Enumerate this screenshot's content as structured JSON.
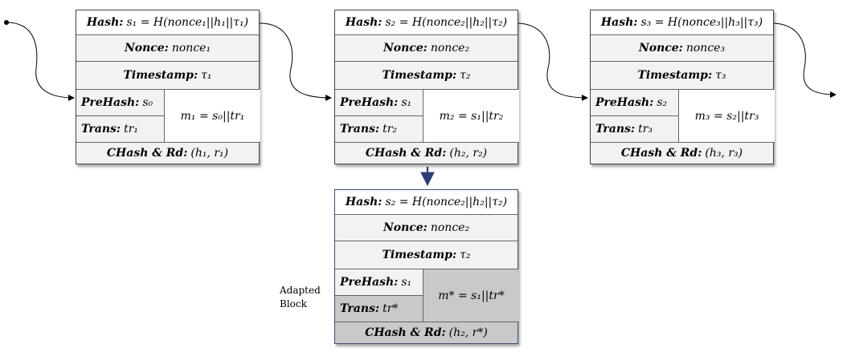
{
  "blocks": [
    {
      "hash_label": "Hash:",
      "hash_value": "s₁ = H(nonce₁||h₁||τ₁)",
      "nonce_label": "Nonce:",
      "nonce_value": "nonce₁",
      "timestamp_label": "Timestamp:",
      "timestamp_value": "τ₁",
      "prehash_label": "PreHash:",
      "prehash_value": "s₀",
      "trans_label": "Trans:",
      "trans_value": "tr₁",
      "message": "m₁ = s₀||tr₁",
      "chash_label": "CHash & Rd:",
      "chash_value": "(h₁, r₁)"
    },
    {
      "hash_label": "Hash:",
      "hash_value": "s₂ = H(nonce₂||h₂||τ₂)",
      "nonce_label": "Nonce:",
      "nonce_value": "nonce₂",
      "timestamp_label": "Timestamp:",
      "timestamp_value": "τ₂",
      "prehash_label": "PreHash:",
      "prehash_value": "s₁",
      "trans_label": "Trans:",
      "trans_value": "tr₂",
      "message": "m₂ = s₁||tr₂",
      "chash_label": "CHash & Rd:",
      "chash_value": "(h₂, r₂)"
    },
    {
      "hash_label": "Hash:",
      "hash_value": "s₃ = H(nonce₃||h₃||τ₃)",
      "nonce_label": "Nonce:",
      "nonce_value": "nonce₃",
      "timestamp_label": "Timestamp:",
      "timestamp_value": "τ₃",
      "prehash_label": "PreHash:",
      "prehash_value": "s₂",
      "trans_label": "Trans:",
      "trans_value": "tr₃",
      "message": "m₃ = s₂||tr₃",
      "chash_label": "CHash & Rd:",
      "chash_value": "(h₃, r₃)"
    }
  ],
  "adapted": {
    "side_label_line1": "Adapted",
    "side_label_line2": "Block",
    "hash_label": "Hash:",
    "hash_value": "s₂ = H(nonce₂||h₂||τ₂)",
    "nonce_label": "Nonce:",
    "nonce_value": "nonce₂",
    "timestamp_label": "Timestamp:",
    "timestamp_value": "τ₂",
    "prehash_label": "PreHash:",
    "prehash_value": "s₁",
    "trans_label": "Trans:",
    "trans_value": "tr*",
    "message": "m* = s₁||tr*",
    "chash_label": "CHash & Rd:",
    "chash_value": "(h₂, r*)"
  },
  "colors": {
    "highlight": "#c9c9c9",
    "arrow_down": "#2b3f73",
    "border": "#444444"
  }
}
